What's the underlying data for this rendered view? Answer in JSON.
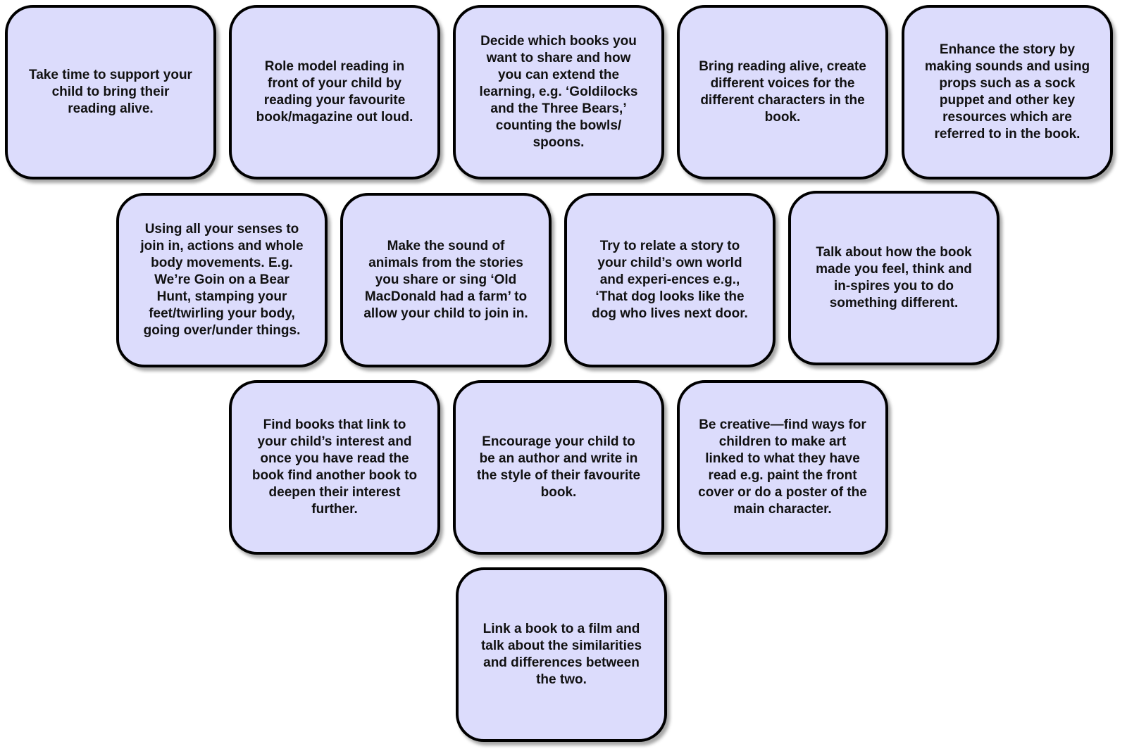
{
  "cards": [
    "Take time to support your child to bring their reading alive.",
    "Role model reading in front of your child by reading your favourite book/magazine out loud.",
    "Decide which books you want to share and how you can extend the learning, e.g. ‘Goldilocks and the Three Bears,’ counting the bowls/ spoons.",
    "Bring reading alive, create different voices for the different characters in the book.",
    "Enhance the story by making sounds and using props such as a sock puppet and other key resources which are referred to in the book.",
    "Using all your senses to join in, actions and whole body movements. E.g. We’re Goin on a Bear Hunt, stamping your feet/twirling your body, going over/under things.",
    "Make the sound of animals from the stories you share or sing ‘Old MacDonald had a farm’ to allow your child to join in.",
    "Try to relate a story to your child’s own world and experi-ences e.g., ‘That dog looks like the dog who lives next door.",
    "Talk about how the book made you feel, think and in-spires you to do something different.",
    "Find books that link to your child’s interest and once you have read the book find another book to deepen their interest further.",
    "Encourage your child to be an author and write in the style of their favourite book.",
    "Be creative—find ways for children to make art linked to what they have read e.g. paint the front cover or do a poster of the main character.",
    "Link a book to a film and talk about the similarities and differences between the two."
  ],
  "colors": {
    "card_fill": "#dcdcfc",
    "card_border": "#000000"
  }
}
